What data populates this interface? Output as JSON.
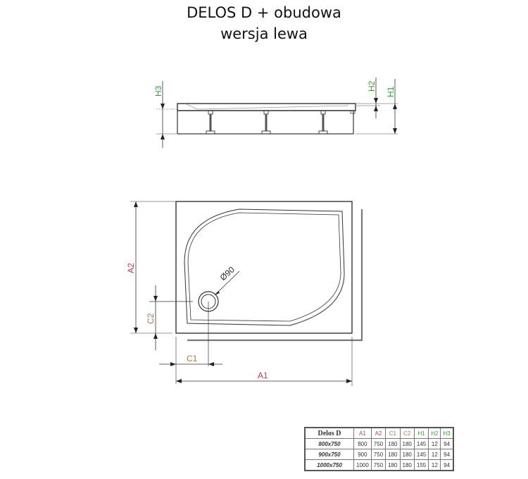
{
  "title": {
    "line1": "DELOS D + obudowa",
    "line2": "wersja lewa"
  },
  "colors": {
    "red_label": "#c0394b",
    "brown_label": "#a07850",
    "green_label": "#3a9a3a",
    "line": "#333333"
  },
  "side_view": {
    "labels": {
      "h1": "H1",
      "h2": "H2",
      "h3": "H3"
    },
    "legs": 3
  },
  "top_view": {
    "labels": {
      "a1": "A1",
      "a2": "A2",
      "c1": "C1",
      "c2": "C2",
      "drain": "Ø90"
    }
  },
  "spec_table": {
    "header": {
      "model": "Delos D",
      "cols": [
        "A1",
        "A2",
        "C1",
        "C2",
        "H1",
        "H2",
        "H3"
      ]
    },
    "rows": [
      {
        "model": "800x750",
        "values": [
          "800",
          "750",
          "180",
          "180",
          "145",
          "12",
          "94"
        ]
      },
      {
        "model": "900x750",
        "values": [
          "900",
          "750",
          "180",
          "180",
          "145",
          "12",
          "94"
        ]
      },
      {
        "model": "1000x750",
        "values": [
          "1000",
          "750",
          "180",
          "180",
          "155",
          "12",
          "94"
        ]
      }
    ]
  }
}
